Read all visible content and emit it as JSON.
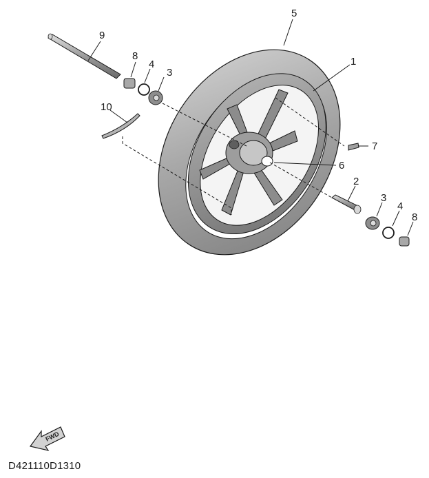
{
  "diagram": {
    "callouts": [
      "5",
      "1",
      "9",
      "8",
      "4",
      "3",
      "10",
      "7",
      "6",
      "2",
      "3",
      "4",
      "8"
    ],
    "fwd_badge": "FWD",
    "code": "D421110D1310"
  },
  "colors": {
    "line": "#1a1a1a",
    "tire": "#9a9a9a",
    "tire_light": "#c9c9c9",
    "rim": "#8a8a8a",
    "background": "#ffffff"
  }
}
